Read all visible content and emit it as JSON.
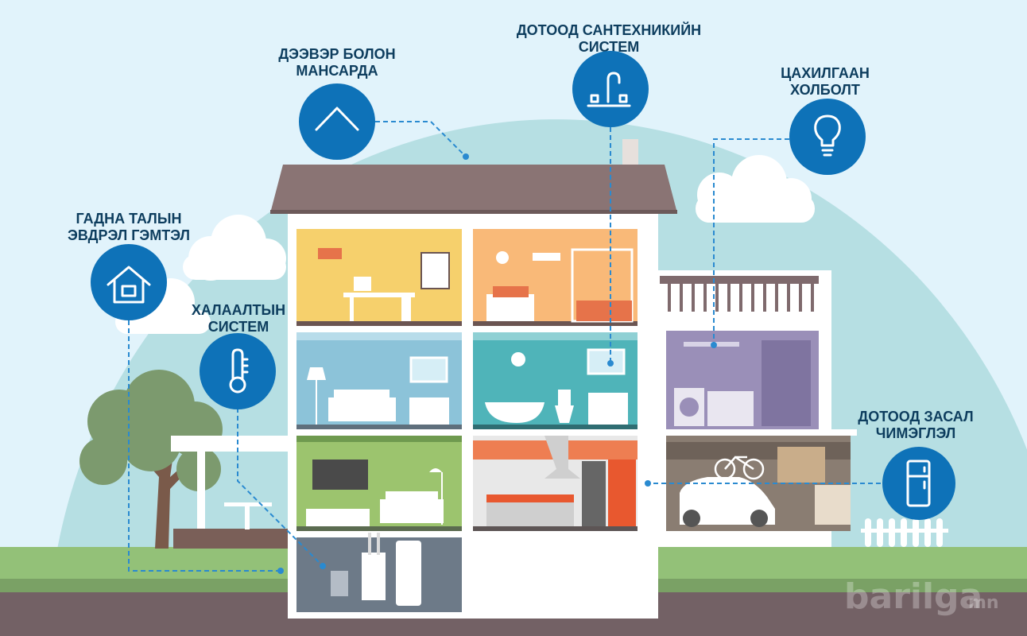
{
  "callouts": [
    {
      "id": "roof",
      "line1": "ДЭЭВЭР БОЛОН",
      "line2": "МАНСАРДА",
      "icon": "roof-icon"
    },
    {
      "id": "plumbing",
      "line1": "ДОТООД САНТЕХНИКИЙН",
      "line2": "СИСТЕМ",
      "icon": "faucet-icon"
    },
    {
      "id": "electric",
      "line1": "ЦАХИЛГААН",
      "line2": "ХОЛБОЛТ",
      "icon": "lightbulb-icon"
    },
    {
      "id": "exterior",
      "line1": "ГАДНА ТАЛЫН",
      "line2": "ЭВДРЭЛ ГЭМТЭЛ",
      "icon": "house-icon"
    },
    {
      "id": "heating",
      "line1": "ХАЛААЛТЫН",
      "line2": "СИСТЕМ",
      "icon": "thermometer-icon"
    },
    {
      "id": "interior",
      "line1": "ДОТООД ЗАСАЛ",
      "line2": "ЧИМЭГЛЭЛ",
      "icon": "fridge-icon"
    }
  ],
  "watermark": "barilga.mn",
  "colors": {
    "accent": "#0e72b8",
    "label": "#0d3d5e",
    "sky": "#e1f3fb",
    "dome": "#b6dfe3"
  }
}
